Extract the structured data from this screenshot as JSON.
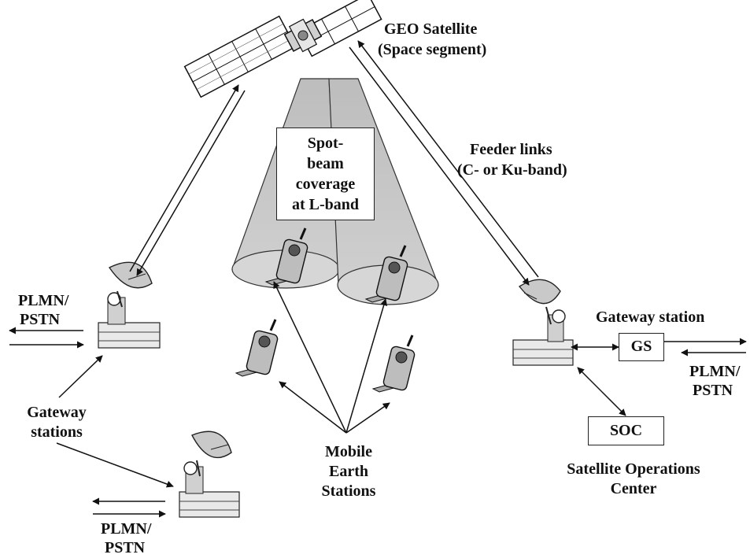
{
  "labels": {
    "geo_satellite": "GEO Satellite",
    "space_segment": "(Space segment)",
    "feeder_links": "Feeder links",
    "feeder_band": "(C- or Ku-band)",
    "spot_beam": [
      "Spot-",
      "beam",
      "coverage",
      "at L-band"
    ],
    "gateway_station": "Gateway station",
    "gateway_stations": [
      "Gateway",
      "stations"
    ],
    "mobile_earth_stations": [
      "Mobile",
      "Earth",
      "Stations"
    ],
    "soc_center": [
      "Satellite Operations",
      "Center"
    ],
    "plmn": "PLMN/",
    "pstn": "PSTN"
  },
  "boxes": {
    "gs": "GS",
    "soc": "SOC"
  }
}
